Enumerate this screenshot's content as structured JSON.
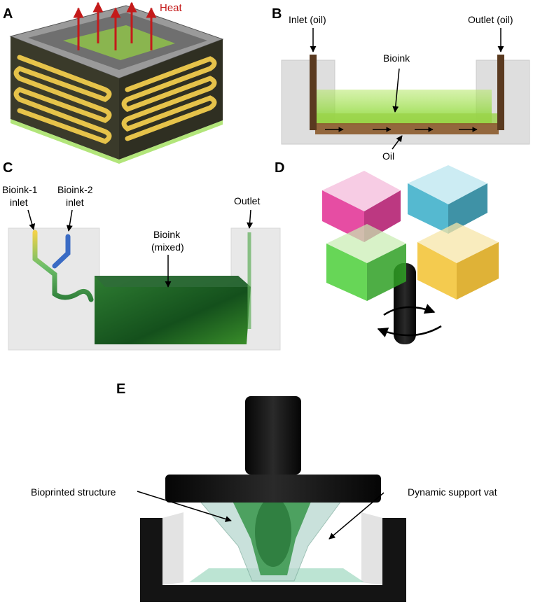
{
  "panels": {
    "a": {
      "letter": "A",
      "heat_label": "Heat"
    },
    "b": {
      "letter": "B",
      "inlet_label": "Inlet (oil)",
      "outlet_label": "Outlet (oil)",
      "bioink_label": "Bioink",
      "oil_label": "Oil"
    },
    "c": {
      "letter": "C",
      "inlet1_line1": "Bioink-1",
      "inlet1_line2": "inlet",
      "inlet2_line1": "Bioink-2",
      "inlet2_line2": "inlet",
      "outlet_label": "Outlet",
      "bioink_line1": "Bioink",
      "bioink_line2": "(mixed)"
    },
    "d": {
      "letter": "D"
    },
    "e": {
      "letter": "E",
      "structure_label": "Bioprinted structure",
      "vat_label": "Dynamic support vat"
    }
  },
  "colors": {
    "heat_arrow": "#c41a1a",
    "bioink_green": "#7ed321",
    "oil_brown": "#8b5a2b",
    "heating_coil": "#e6c34a",
    "magenta": "#e0208c",
    "cyan": "#2aa7c4",
    "yellow": "#f2c230",
    "dark_green": "#1f6b2a",
    "black_part": "#141414"
  }
}
